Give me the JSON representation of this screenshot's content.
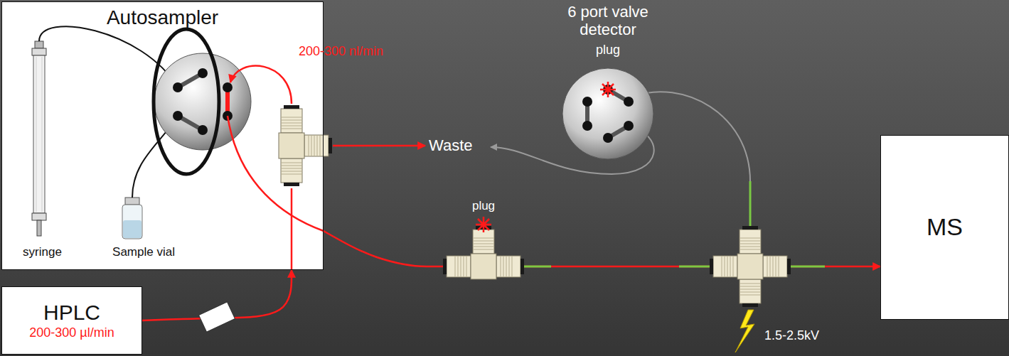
{
  "diagram": {
    "nodes": [
      {
        "text": [
          "Autosampler"
        ]
      },
      {
        "text": [
          "syringe"
        ],
        "in": 0
      },
      {
        "text": [
          "Sample vial"
        ],
        "in": 0
      },
      {
        "text": [
          "HPLC",
          "200-300 µl/min"
        ]
      },
      {
        "text": [
          "6 port valve detector"
        ]
      },
      {
        "text": [
          "MS"
        ]
      }
    ],
    "edges": [
      {
        "from": 3,
        "to": 0,
        "arrow": "to"
      },
      {
        "from": 0,
        "to": 5,
        "arrow": "to"
      }
    ],
    "labels": [
      "200-300 nl/min",
      "Waste",
      "plug",
      "plug",
      "1.5-2.5kV"
    ]
  }
}
